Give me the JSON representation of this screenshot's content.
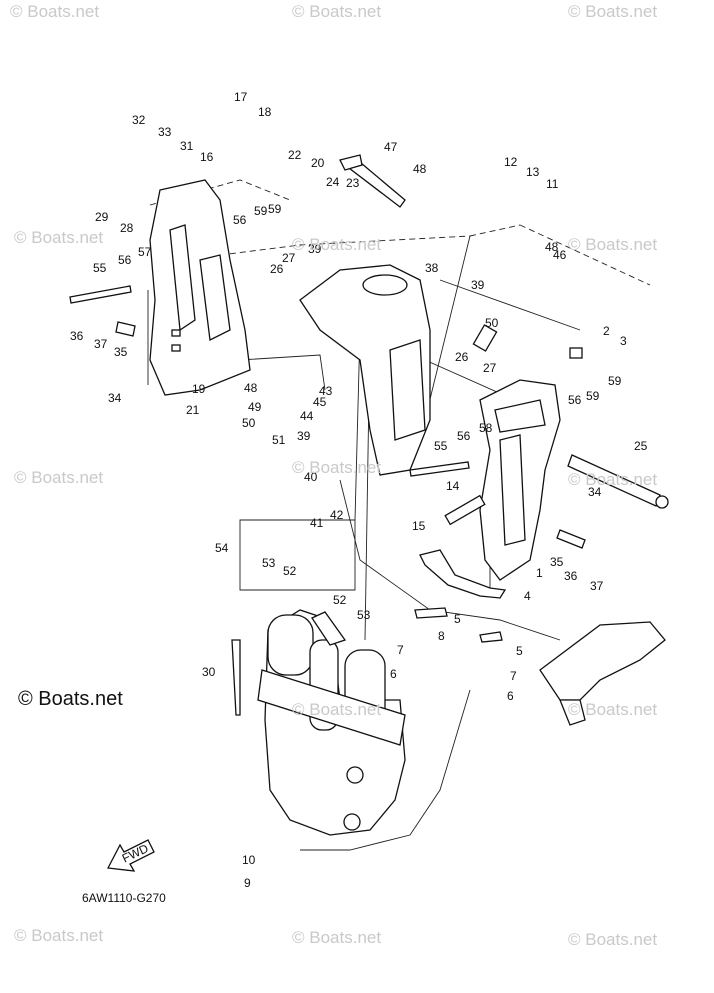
{
  "watermark": "© Boats.net",
  "brand_mark": "© Boats.net",
  "part_code": "6AW1110-G270",
  "fwd_label": "FWD",
  "callouts": [
    "1",
    "2",
    "3",
    "4",
    "5",
    "5",
    "6",
    "6",
    "7",
    "7",
    "8",
    "9",
    "10",
    "11",
    "12",
    "13",
    "14",
    "15",
    "16",
    "17",
    "18",
    "19",
    "20",
    "21",
    "22",
    "23",
    "24",
    "25",
    "26",
    "26",
    "27",
    "27",
    "28",
    "29",
    "30",
    "31",
    "32",
    "33",
    "34",
    "34",
    "35",
    "35",
    "36",
    "36",
    "37",
    "37",
    "38",
    "39",
    "39",
    "39",
    "40",
    "41",
    "42",
    "43",
    "44",
    "45",
    "46",
    "47",
    "48",
    "48",
    "48",
    "49",
    "50",
    "50",
    "51",
    "52",
    "52",
    "53",
    "53",
    "54",
    "55",
    "55",
    "56",
    "56",
    "56",
    "56",
    "57",
    "58",
    "59",
    "59",
    "59",
    "59"
  ]
}
